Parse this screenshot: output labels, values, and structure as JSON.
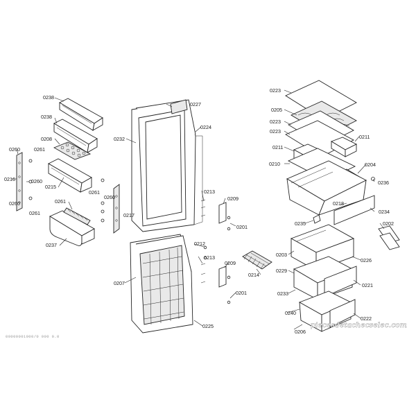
{
  "diagram": {
    "doc_ref": "00000001000/0  000  0.0",
    "watermark": "piecesdetachecselec.com",
    "part_labels": {
      "p0238a": "0238",
      "p0238b": "0238",
      "p0208": "0208",
      "p0215": "0215",
      "p0261a": "0261",
      "p0237": "0237",
      "p0260a": "0260",
      "p0261b": "0261",
      "p0216": "0216",
      "p0260b": "0260",
      "p0260c": "0260",
      "p0261c": "0261",
      "p0261d": "0261",
      "p0260d": "0260",
      "p0217": "0217",
      "p0227": "0227",
      "p0224": "0224",
      "p0232": "0232",
      "p0213a": "0213",
      "p0209a": "0209",
      "p0201a": "0201",
      "p0212": "0212",
      "p0213b": "0213",
      "p0209b": "0209",
      "p0207": "0207",
      "p0214": "0214",
      "p0201b": "0201",
      "p0225": "0225",
      "p0223a": "0223",
      "p0205": "0205",
      "p0223b": "0223",
      "p0223c": "0223",
      "p0211a": "0211",
      "p0211b": "0211",
      "p0210": "0210",
      "p0204": "0204",
      "p0236": "0236",
      "p0218": "0218",
      "p0234": "0234",
      "p0235": "0235",
      "p0202": "0202",
      "p0203": "0203",
      "p0226": "0226",
      "p0229": "0229",
      "p0221": "0221",
      "p0233": "0233",
      "p0240": "0240",
      "p0222": "0222",
      "p0206": "0206"
    }
  }
}
